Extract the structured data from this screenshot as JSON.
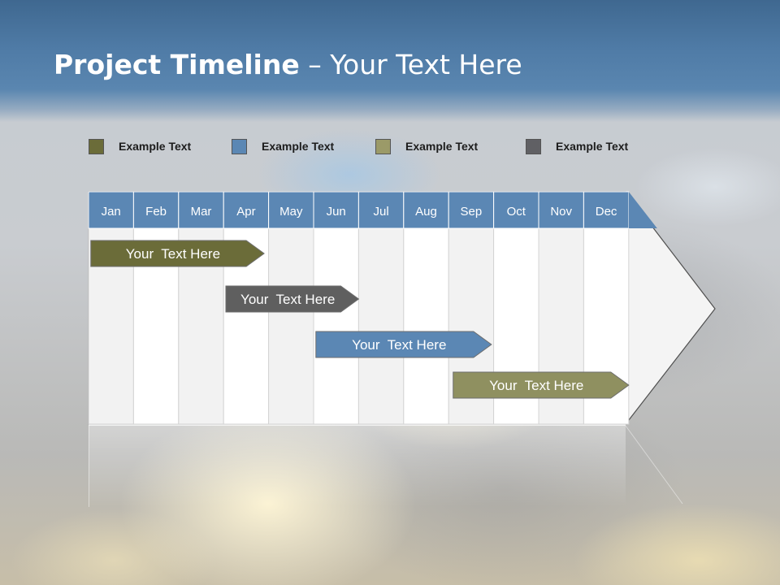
{
  "title": {
    "bold": "Project Timeline",
    "rest": " – Your Text Here"
  },
  "colors": {
    "olive": "#6b6c39",
    "gray": "#5f5f5f",
    "blue": "#5b87b4",
    "khaki": "#8f9060",
    "header_cell": "#5b87b4"
  },
  "legend": [
    {
      "label": "Example Text",
      "color": "#6b6c39"
    },
    {
      "label": "Example Text",
      "color": "#5b87b4"
    },
    {
      "label": "Example Text",
      "color": "#9b9a68"
    },
    {
      "label": "Example Text",
      "color": "#606064"
    }
  ],
  "timeline": {
    "months": [
      "Jan",
      "Feb",
      "Mar",
      "Apr",
      "May",
      "Jun",
      "Jul",
      "Aug",
      "Sep",
      "Oct",
      "Nov",
      "Dec"
    ],
    "tasks": [
      {
        "label": "Your  Text Here",
        "start_month": 1.05,
        "end_month": 4.9,
        "color": "#6b6c39"
      },
      {
        "label": "Your  Text Here",
        "start_month": 4.05,
        "end_month": 7.0,
        "color": "#5f5f5f"
      },
      {
        "label": "Your  Text Here",
        "start_month": 6.05,
        "end_month": 9.95,
        "color": "#5b87b4"
      },
      {
        "label": "Your  Text Here",
        "start_month": 9.1,
        "end_month": 13.0,
        "color": "#8f9060"
      }
    ]
  }
}
